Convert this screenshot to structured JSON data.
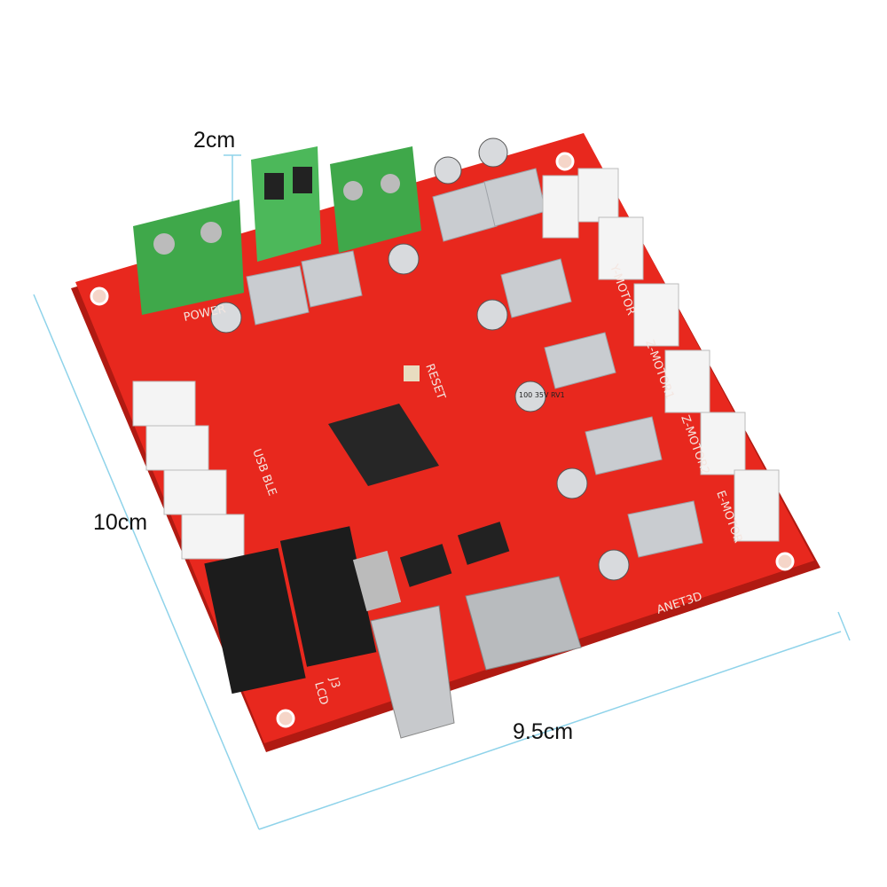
{
  "dimensions": {
    "height_label": "2cm",
    "length_label": "10cm",
    "width_label": "9.5cm",
    "line_color": "#8fd3ea"
  },
  "board": {
    "color": "#e8281e",
    "brand": "ANET3D",
    "labels": {
      "power": "POWER",
      "y_motor": "Y-MOTOR",
      "z_motor1": "Z-MOTOR1",
      "z_motor2": "Z-MOTOR2",
      "e_motor": "E-MOTOR",
      "usb": "USB BLE",
      "j3": "J3",
      "lcd": "LCD",
      "reset": "RESET"
    },
    "capacitor_text": "100 35V RV1"
  }
}
